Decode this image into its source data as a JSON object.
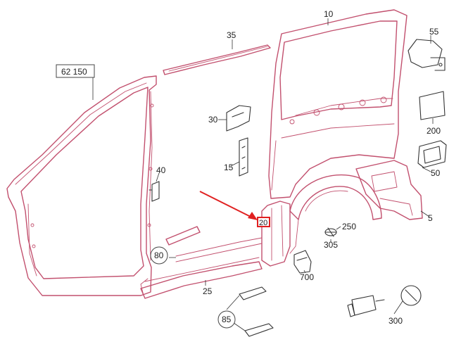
{
  "colors": {
    "part_outline": "#c2506e",
    "callout_arrow": "#e02020",
    "highlight_box": "#e02020",
    "text": "#222222"
  },
  "labels": {
    "p10": "10",
    "p35": "35",
    "p55": "55",
    "p62150": "62 150",
    "p30": "30",
    "p200": "200",
    "p15": "15",
    "p40": "40",
    "p50": "50",
    "p20": "20",
    "p5": "5",
    "p250": "250",
    "p80": "80",
    "p305": "305",
    "p700": "700",
    "p25": "25",
    "p85": "85",
    "p300": "300"
  },
  "highlighted_part": "20"
}
